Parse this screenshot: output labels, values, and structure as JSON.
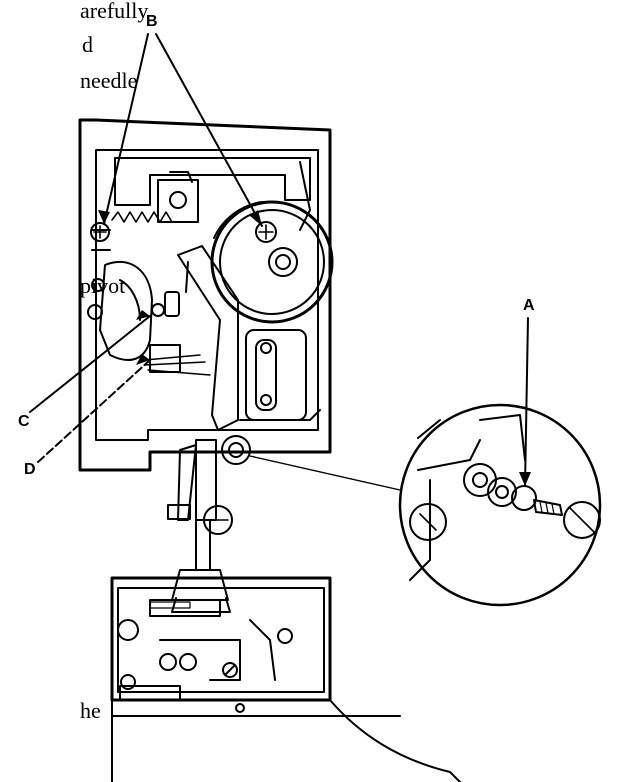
{
  "page_text": {
    "line1": "arefully",
    "line2": "d",
    "line3": "needle",
    "line4": "pivot",
    "line5": "he"
  },
  "callouts": {
    "a": "A",
    "b": "B",
    "c": "C",
    "d": "D"
  },
  "colors": {
    "ink": "#000000",
    "paper": "#ffffff"
  }
}
